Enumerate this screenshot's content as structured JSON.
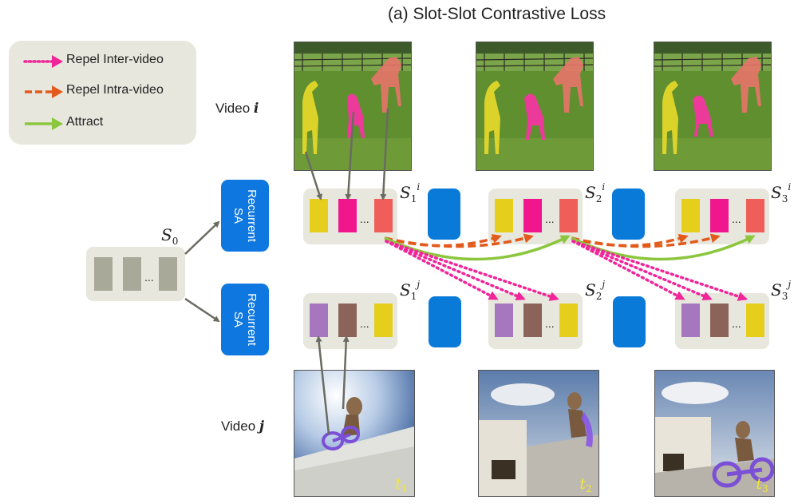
{
  "title": "(a) Slot-Slot Contrastive Loss",
  "legend": {
    "items": [
      {
        "label": "Repel Inter-video",
        "color": "#f0259a",
        "style": "dotted"
      },
      {
        "label": "Repel Intra-video",
        "color": "#e25a1c",
        "style": "dashed"
      },
      {
        "label": "Attract",
        "color": "#8cc63e",
        "style": "solid"
      }
    ]
  },
  "video_i": {
    "label_prefix": "Video ",
    "label_var": "i"
  },
  "video_j": {
    "label_prefix": "Video ",
    "label_var": "j"
  },
  "initial_slots": {
    "symbol": "S",
    "sub": "0"
  },
  "recurrent_sa": {
    "label": "Recurrent\nSA"
  },
  "slot_sets_i": [
    {
      "symbol": "S",
      "sub": "1",
      "sup": "i"
    },
    {
      "symbol": "S",
      "sub": "2",
      "sup": "i"
    },
    {
      "symbol": "S",
      "sub": "3",
      "sup": "i"
    }
  ],
  "slot_sets_j": [
    {
      "symbol": "S",
      "sub": "1",
      "sup": "j"
    },
    {
      "symbol": "S",
      "sub": "2",
      "sup": "j"
    },
    {
      "symbol": "S",
      "sub": "3",
      "sup": "j"
    }
  ],
  "ellipsis": "...",
  "time_labels": [
    {
      "symbol": "t",
      "sub": "1"
    },
    {
      "symbol": "t",
      "sub": "2"
    },
    {
      "symbol": "t",
      "sub": "3"
    }
  ],
  "colors": {
    "slot_yellow": "#e5cf1c",
    "slot_magenta": "#f0168d",
    "slot_salmon": "#ef5e58",
    "slot_purple": "#a676bf",
    "slot_brown": "#8b6358",
    "slot_gray": "#a9a999",
    "memory_blue": "#0a7ad8",
    "box_bg": "#e7e7dd"
  }
}
